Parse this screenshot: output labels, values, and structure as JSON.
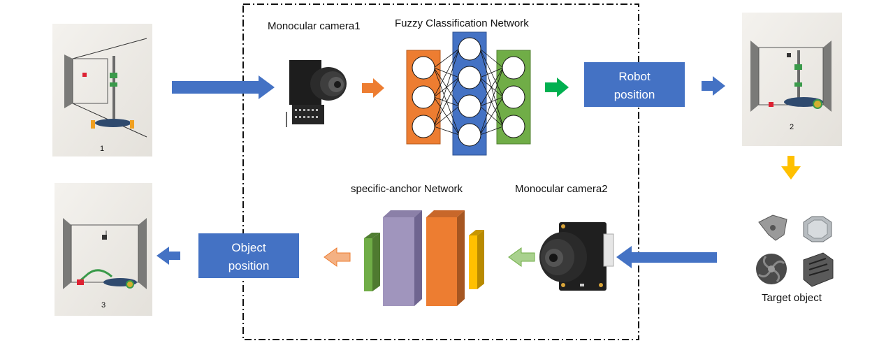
{
  "labels": {
    "camera1": "Monocular camera1",
    "fuzzy_network": "Fuzzy Classification Network",
    "robot_position_line1": "Robot",
    "robot_position_line2": "position",
    "anchor_network": "specific-anchor Network",
    "camera2": "Monocular camera2",
    "object_position_line1": "Object",
    "object_position_line2": "position",
    "target_object": "Target object",
    "sketch1_caption": "1",
    "sketch2_caption": "2",
    "sketch3_caption": "3"
  },
  "colors": {
    "blue_arrow": "#4472C4",
    "orange_arrow": "#ED7D31",
    "green_arrow": "#00B050",
    "yellow_arrow": "#FFC000",
    "pink_arrow": "#F4B183",
    "light_green_arrow": "#A9D18E",
    "network_orange": "#ED7D31",
    "network_blue": "#4472C4",
    "network_green": "#70AD47",
    "block_purple": "#A095BD",
    "block_yellow": "#FFC000"
  },
  "icons": [
    "room-sketch-1",
    "room-sketch-2",
    "room-sketch-3",
    "camera1-icon",
    "camera2-icon",
    "target-objects-icon"
  ]
}
